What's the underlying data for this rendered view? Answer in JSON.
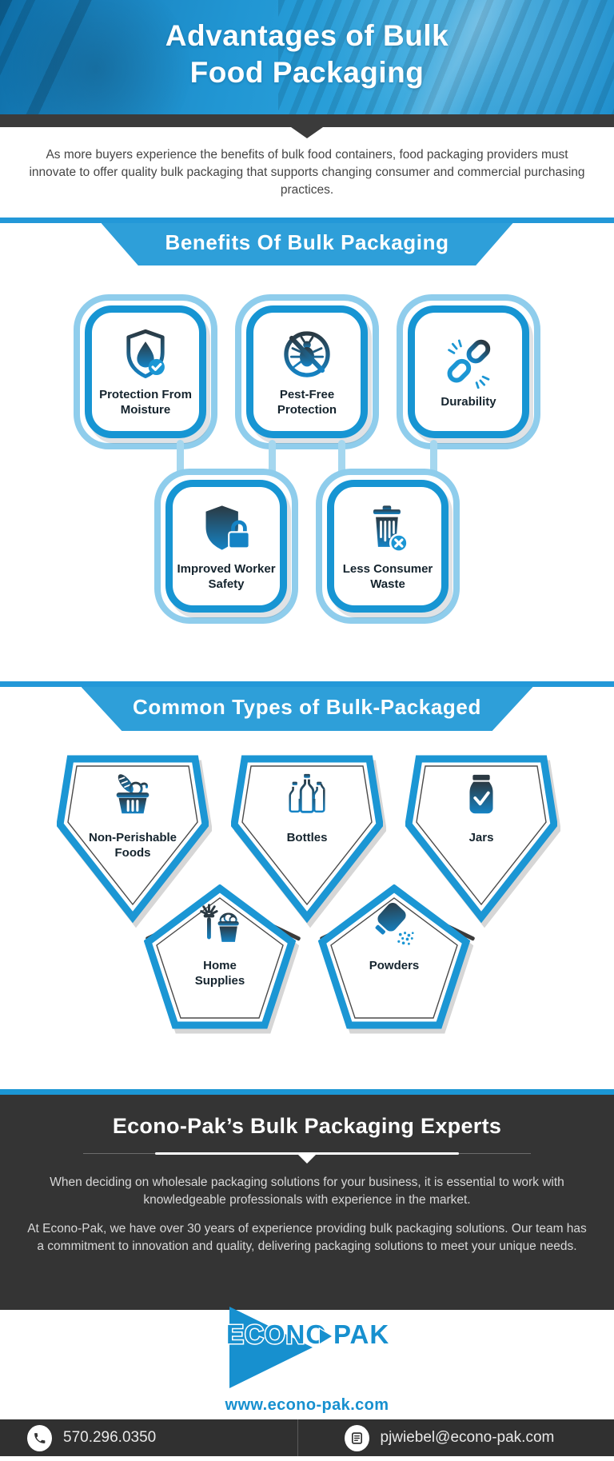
{
  "header": {
    "title_line1": "Advantages of Bulk",
    "title_line2": "Food Packaging"
  },
  "intro": {
    "text": "As more buyers experience the benefits of bulk food containers, food packaging providers must innovate to offer quality bulk packaging that supports changing consumer and commercial purchasing practices."
  },
  "benefits": {
    "banner": "Benefits Of Bulk Packaging",
    "cards": [
      {
        "label": "Protection From Moisture",
        "icon": "shield-droplet-check-icon"
      },
      {
        "label": "Pest-Free Protection",
        "icon": "no-bug-icon"
      },
      {
        "label": "Durability",
        "icon": "chain-link-icon"
      },
      {
        "label": "Improved Worker Safety",
        "icon": "shield-padlock-icon"
      },
      {
        "label": "Less Consumer Waste",
        "icon": "trash-cross-icon"
      }
    ]
  },
  "types": {
    "banner": "Common Types of Bulk-Packaged",
    "items": [
      {
        "label": "Non-Perishable Foods",
        "icon": "basket-food-icon"
      },
      {
        "label": "Bottles",
        "icon": "bottles-icon"
      },
      {
        "label": "Jars",
        "icon": "jar-check-icon"
      },
      {
        "label": "Home Supplies",
        "icon": "bucket-duster-icon"
      },
      {
        "label": "Powders",
        "icon": "powder-pour-icon"
      }
    ]
  },
  "experts": {
    "title": "Econo-Pak’s Bulk Packaging Experts",
    "paragraphs": [
      "When deciding on wholesale packaging solutions for your business, it is essential to work with knowledgeable professionals with experience in the market.",
      "At Econo-Pak, we have over 30 years of experience providing bulk packaging solutions. Our team has a commitment to innovation and quality, delivering packaging solutions to meet your unique needs."
    ]
  },
  "logo": {
    "brand_left": "ECONO",
    "brand_right": "PAK",
    "website": "www.econo-pak.com"
  },
  "footer": {
    "phone": "570.296.0350",
    "email": "pjwiebel@econo-pak.com"
  },
  "colors": {
    "accent_blue": "#2398d8",
    "border_blue": "#1795d3",
    "light_blue": "#8fcdec",
    "dark_gray": "#343434",
    "icon_gradient_top": "#2b3942",
    "icon_gradient_bottom": "#1583c5"
  }
}
